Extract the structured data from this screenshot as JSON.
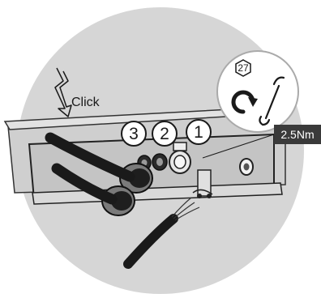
{
  "diagram": {
    "click_label": "Click",
    "tool_size": "27",
    "torque": "2.5Nm",
    "gland_numbers": [
      "3",
      "2",
      "1"
    ]
  },
  "colors": {
    "background_circle": "#d6d6d6",
    "housing": "#c6c6c6",
    "cable": "#1a1a1a",
    "torque_badge": "#3a3a3a"
  }
}
